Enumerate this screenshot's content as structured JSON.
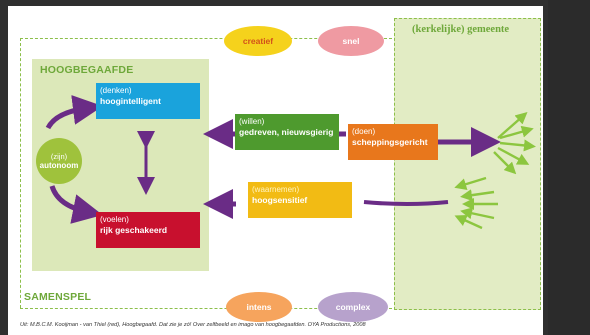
{
  "diagram": {
    "hoogbegaafde_title": "HOOGBEGAAFDE",
    "samenspel_title": "SAMENSPEL",
    "gemeente_title": "(kerkelijke) gemeente",
    "ovals": {
      "creatief": "creatief",
      "snel": "snel",
      "intens": "intens",
      "complex": "complex"
    },
    "autonoom": {
      "sub": "(zijn)",
      "main": "autonoom"
    },
    "denken": {
      "sub": "(denken)",
      "main": "hoogintelligent"
    },
    "voelen": {
      "sub": "(voelen)",
      "main": "rijk geschakeerd"
    },
    "willen": {
      "sub": "(willen)",
      "main": "gedreven, nieuwsgierig"
    },
    "doen": {
      "sub": "(doen)",
      "main": "scheppingsgericht"
    },
    "waarnemen": {
      "sub": "(waarnemen)",
      "main": "hoogsensitief"
    }
  },
  "citation": "Uit: M.B.C.M. Kooijman - van Thiel (red), Hoogbegaafd. Dat zie je zó! Over zelfbeeld en imago van hoogbegaafden. OYA Productions, 2008",
  "colors": {
    "purple": "#6a2c86",
    "green_panel": "#dce8b9",
    "blue_box": "#1aa3dc",
    "red_box": "#c8102e",
    "green_box": "#4e9a2e",
    "orange_box": "#e8771c",
    "yellow_box": "#f2bb14",
    "arrow_green": "#8cc63f"
  }
}
